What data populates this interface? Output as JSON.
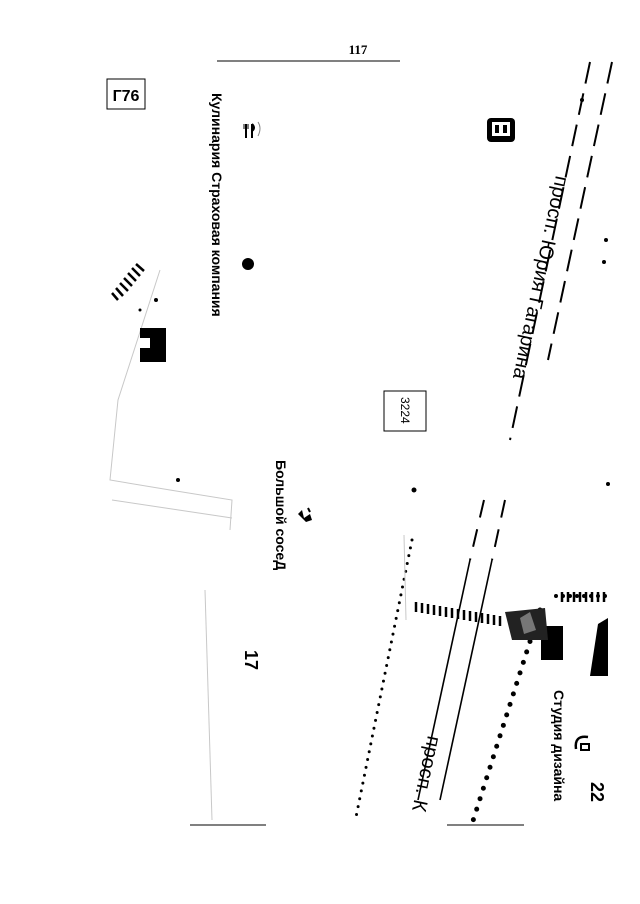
{
  "page": {
    "number": "117"
  },
  "map": {
    "grid_ref": "Г76",
    "house_number_box": "3224",
    "streets": {
      "main": "просп. Юрия Гагарина",
      "lower": "просп. К"
    },
    "labels": {
      "culinary_insurance": "Кулинария Страховая компания",
      "big_neighbor": "Большой сосеД",
      "design_studio": "Студия дизайна"
    },
    "house_numbers": {
      "left": "17",
      "right": "22"
    },
    "icons": [
      "restaurant-icon",
      "cafe-icon",
      "shop-icon",
      "building-icon",
      "design-studio-icon",
      "dot-marker-icon"
    ]
  }
}
